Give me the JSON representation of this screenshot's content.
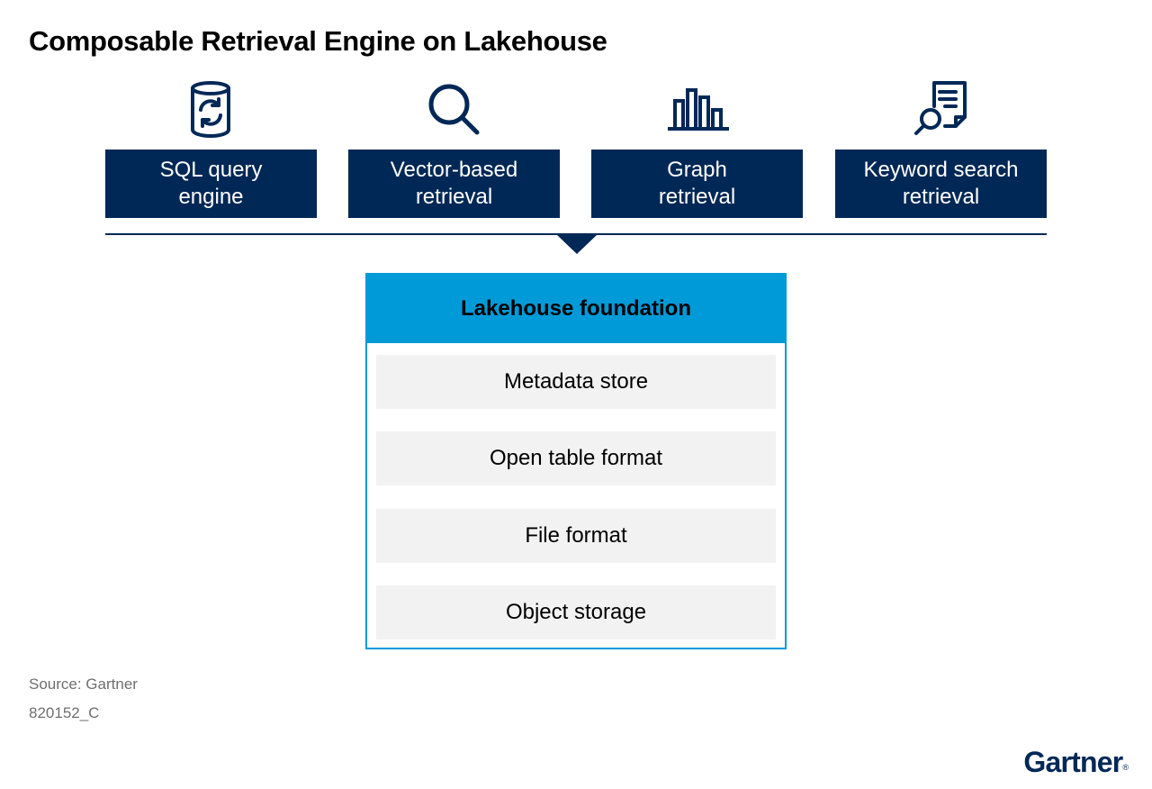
{
  "title": "Composable Retrieval Engine on Lakehouse",
  "engines": [
    {
      "line1": "SQL query",
      "line2": "engine",
      "icon": "database-sync-icon"
    },
    {
      "line1": "Vector-based",
      "line2": "retrieval",
      "icon": "magnifier-icon"
    },
    {
      "line1": "Graph",
      "line2": "retrieval",
      "icon": "bar-chart-icon"
    },
    {
      "line1": "Keyword search",
      "line2": "retrieval",
      "icon": "document-search-icon"
    }
  ],
  "foundation": {
    "title": "Lakehouse foundation",
    "layers": [
      "Metadata store",
      "Open table format",
      "File format",
      "Object storage"
    ]
  },
  "footer": {
    "source": "Source: Gartner",
    "doc_id": "820152_C",
    "logo": "Gartner",
    "logo_mark": "®"
  },
  "colors": {
    "navy": "#002856",
    "blue": "#009ad8",
    "layer_bg": "#f2f2f2",
    "footer_text": "#6f6f6f"
  }
}
